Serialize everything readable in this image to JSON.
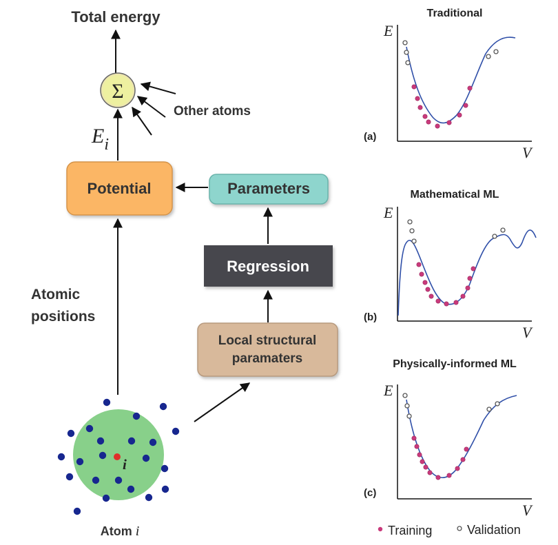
{
  "flow": {
    "total_energy": "Total energy",
    "sum_symbol": "Σ",
    "other_atoms": "Other atoms",
    "e_letter": "E",
    "e_sub": "i",
    "potential": "Potential",
    "parameters": "Parameters",
    "regression": "Regression",
    "local_structural_line1": "Local structural",
    "local_structural_line2": "paramaters",
    "atomic_positions_line1": "Atomic",
    "atomic_positions_line2": "positions",
    "atom_center_label": "i",
    "atom_caption_word": "Atom",
    "atom_caption_var": "i"
  },
  "colors": {
    "potential_fill": "#fbb665",
    "parameters_fill": "#8ed5cd",
    "regression_fill": "#47474d",
    "local_fill": "#d8b99b",
    "sum_fill": "#eef0a0",
    "atom_sphere": "#88d08a",
    "atom_dot": "#17278f",
    "center_dot": "#e0302a",
    "training_point": "#c93a7c",
    "curve": "#2f4fa8"
  },
  "panels": [
    {
      "title": "Traditional",
      "tag": "(a)",
      "y_axis": "E",
      "x_axis": "V"
    },
    {
      "title": "Mathematical ML",
      "tag": "(b)",
      "y_axis": "E",
      "x_axis": "V"
    },
    {
      "title": "Physically-informed ML",
      "tag": "(c)",
      "y_axis": "E",
      "x_axis": "V"
    }
  ],
  "legend": {
    "training": "Training",
    "validation": "Validation"
  }
}
